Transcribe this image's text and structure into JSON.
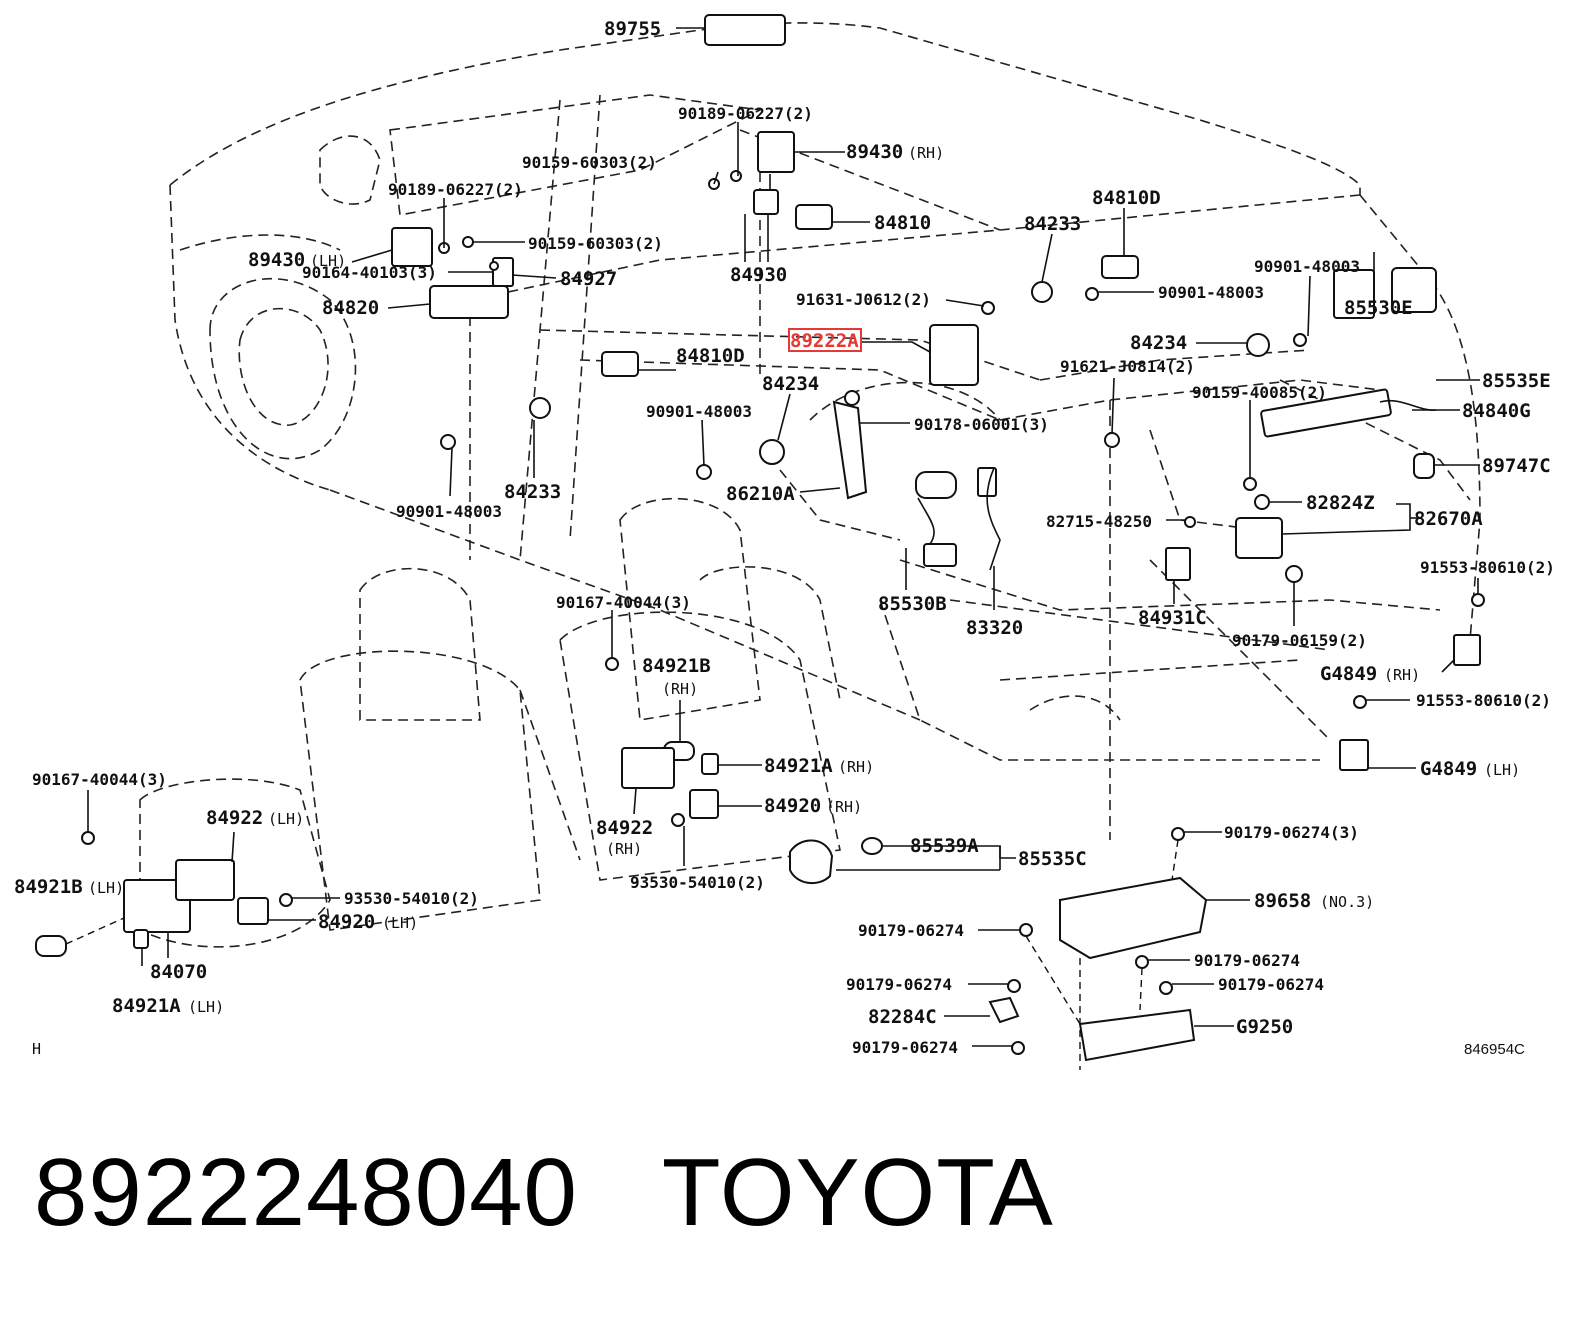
{
  "parts": {
    "p89755": "89755",
    "p90189_06227_2_top": "90189-06227(2)",
    "p89430": "89430",
    "p89430_rh": "(RH)",
    "p90159_60303_2_top": "90159-60303(2)",
    "p90189_06227_2_left": "90189-06227(2)",
    "p84810D_top": "84810D",
    "p84810": "84810",
    "p84233_top": "84233",
    "p89430_lh_num": "89430",
    "p89430_lh": "(LH)",
    "p90159_60303_2_mid": "90159-60303(2)",
    "p84927": "84927",
    "p84930": "84930",
    "p90901_48003_tr": "90901-48003",
    "p91631_J0612": "91631-J0612(2)",
    "p90901_48003_r2": "90901-48003",
    "p85530E": "85530E",
    "p84820": "84820",
    "p89222A": "89222A",
    "p84234_r": "84234",
    "p90164_40103": "90164-40103(3)",
    "p84810D_mid": "84810D",
    "p91621_J0814": "91621-J0814(2)",
    "p85535E": "85535E",
    "p84234_c": "84234",
    "p90159_40085": "90159-40085(2)",
    "p84840G": "84840G",
    "p90901_48003_c": "90901-48003",
    "p90178_06001": "90178-06001(3)",
    "p89747C": "89747C",
    "p86210A": "86210A",
    "p84233_l": "84233",
    "p82824Z": "82824Z",
    "p90901_48003_l": "90901-48003",
    "p82715_48250": "82715-48250",
    "p82670A": "82670A",
    "p91553_80610_a": "91553-80610(2)",
    "p85530B": "85530B",
    "p84931C": "84931C",
    "p90167_40044_c": "90167-40044(3)",
    "p83320": "83320",
    "p90179_06159": "90179-06159(2)",
    "p84921B_rh": "84921B",
    "p84921B_rh_sfx": "(RH)",
    "p G4849_rh": "G4849",
    "pG4849_rh": "G4849",
    "pG4849_rh_sfx": "(RH)",
    "p91553_80610_b": "91553-80610(2)",
    "p90167_40044_l": "90167-40044(3)",
    "p84921A_rh": "84921A",
    "p84921A_rh_sfx": "(RH)",
    "pG4849_lh": "G4849",
    "pG4849_lh_sfx": "(LH)",
    "p84922_lh": "84922",
    "p84922_lh_sfx": "(LH)",
    "p84920_rh": "84920",
    "p84920_rh_sfx": "(RH)",
    "p84922_rh": "84922",
    "p84922_rh_sfx": "(RH)",
    "p90179_06274_3": "90179-06274(3)",
    "p85539A": "85539A",
    "p85535C": "85535C",
    "p84921B_lh": "84921B",
    "p84921B_lh_sfx": "(LH)",
    "p93530_54010_c": "93530-54010(2)",
    "p93530_54010_l": "93530-54010(2)",
    "p89658": "89658",
    "p89658_sfx": "(NO.3)",
    "p84920_lh": "84920",
    "p84920_lh_sfx": "(LH)",
    "p90179_06274_a": "90179-06274",
    "p84070": "84070",
    "p90179_06274_b": "90179-06274",
    "p84921A_lh": "84921A",
    "p84921A_lh_sfx": "(LH)",
    "p90179_06274_c": "90179-06274",
    "p90179_06274_d": "90179-06274",
    "p82284C": "82284C",
    "pG9250": "G9250",
    "p90179_06274_e": "90179-06274",
    "p_h": "H",
    "p_code": "846954C"
  },
  "footer": {
    "part_number": "8922248040",
    "brand": "TOYOTA"
  },
  "highlight_color": "#e53935"
}
